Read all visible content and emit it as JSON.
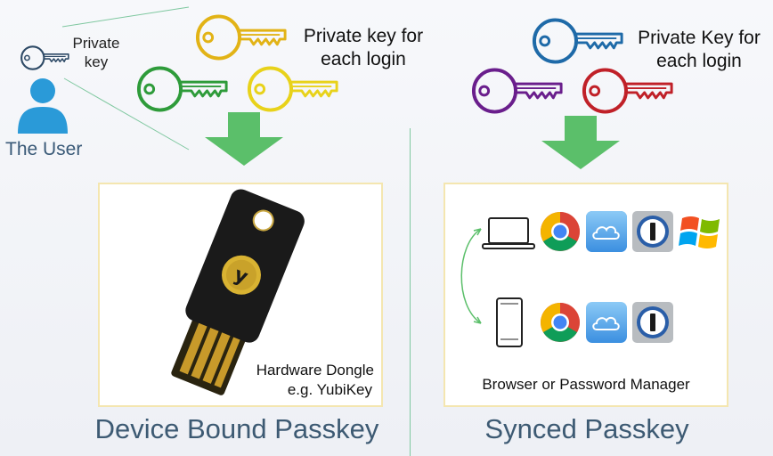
{
  "user": {
    "label": "The User",
    "private_key_label": "Private key"
  },
  "device_bound": {
    "key_caption": "Private key for each login",
    "box_caption_line1": "Hardware Dongle",
    "box_caption_line2": "e.g. YubiKey",
    "title": "Device Bound Passkey",
    "key_colors": [
      "#e2b316",
      "#2e9b3a",
      "#e8d21a"
    ]
  },
  "synced": {
    "key_caption": "Private Key for each login",
    "box_caption": "Browser or Password Manager",
    "title": "Synced Passkey",
    "key_colors": [
      "#1e6aa8",
      "#6a1e8c",
      "#c02028"
    ],
    "devices": [
      {
        "icon": "laptop-icon",
        "apps": [
          "chrome-icon",
          "icloud-icon",
          "onepassword-icon",
          "windows-icon"
        ]
      },
      {
        "icon": "phone-icon",
        "apps": [
          "chrome-icon",
          "icloud-icon",
          "onepassword-icon"
        ]
      }
    ]
  },
  "colors": {
    "arrow": "#5bbf6a",
    "title": "#3d5a73",
    "user": "#2a9ad8"
  }
}
